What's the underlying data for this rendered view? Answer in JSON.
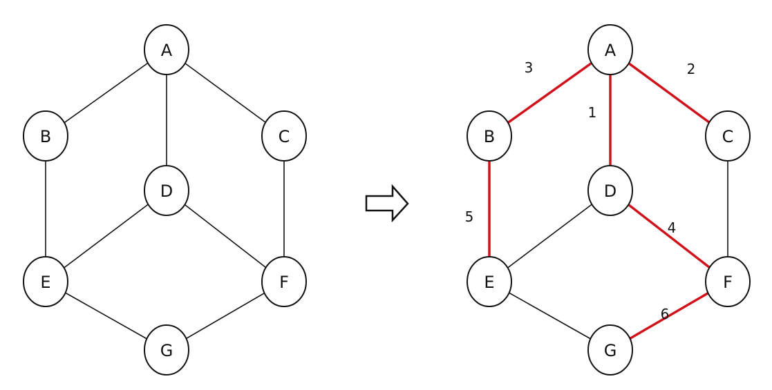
{
  "colors": {
    "line": "#111111",
    "highlight": "#d0121b",
    "node_fill": "#ffffff"
  },
  "left_graph": {
    "nodes": [
      "A",
      "B",
      "C",
      "D",
      "E",
      "F",
      "G"
    ],
    "edges": [
      [
        "A",
        "B"
      ],
      [
        "A",
        "C"
      ],
      [
        "A",
        "D"
      ],
      [
        "B",
        "E"
      ],
      [
        "C",
        "F"
      ],
      [
        "D",
        "E"
      ],
      [
        "D",
        "F"
      ],
      [
        "E",
        "G"
      ],
      [
        "F",
        "G"
      ]
    ]
  },
  "arrow_icon": "right-arrow-icon",
  "right_graph": {
    "nodes": [
      "A",
      "B",
      "C",
      "D",
      "E",
      "F",
      "G"
    ],
    "edges": [
      {
        "from": "A",
        "to": "B",
        "order": "3",
        "highlight": true
      },
      {
        "from": "A",
        "to": "C",
        "order": "2",
        "highlight": true
      },
      {
        "from": "A",
        "to": "D",
        "order": "1",
        "highlight": true
      },
      {
        "from": "B",
        "to": "E",
        "order": "5",
        "highlight": true
      },
      {
        "from": "D",
        "to": "F",
        "order": "4",
        "highlight": true
      },
      {
        "from": "F",
        "to": "G",
        "order": "6",
        "highlight": true
      },
      {
        "from": "C",
        "to": "F",
        "order": "",
        "highlight": false
      },
      {
        "from": "D",
        "to": "E",
        "order": "",
        "highlight": false
      },
      {
        "from": "E",
        "to": "G",
        "order": "",
        "highlight": false
      }
    ]
  }
}
